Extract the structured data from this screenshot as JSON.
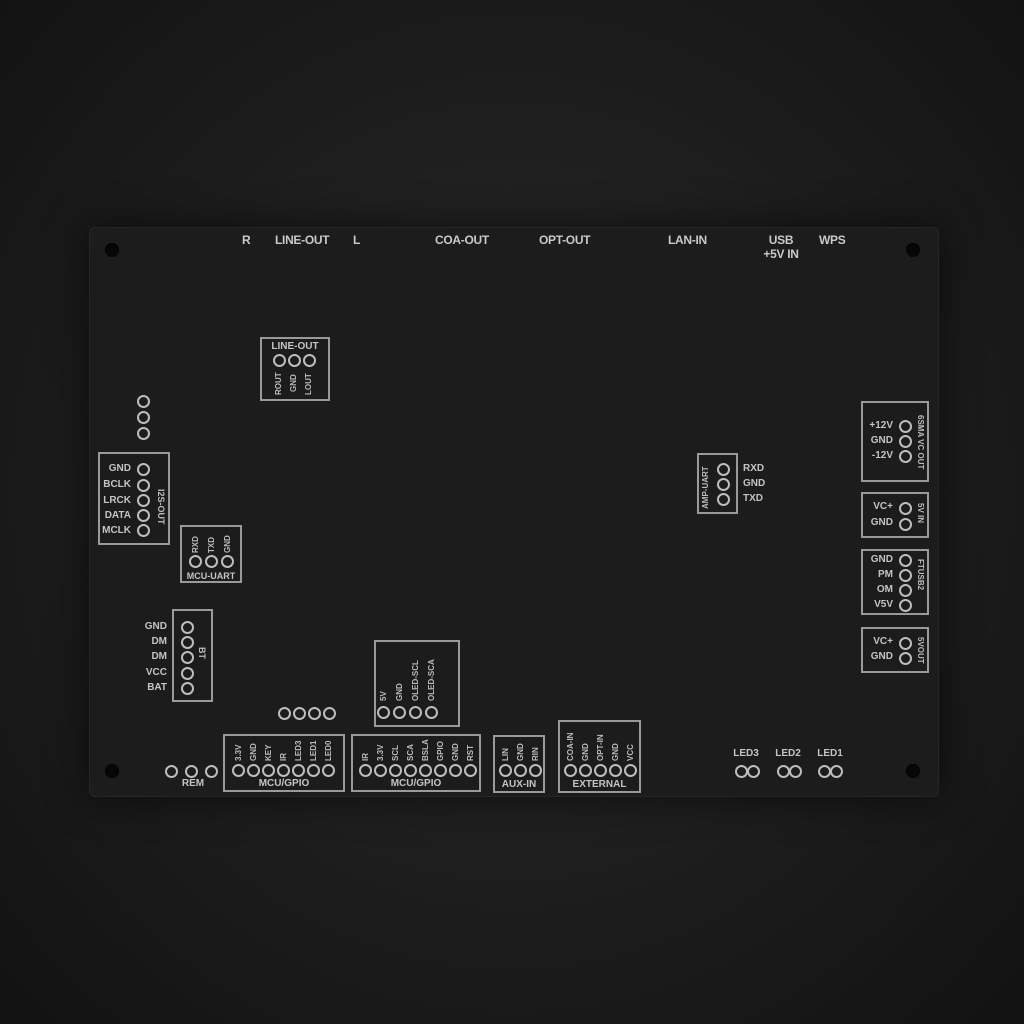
{
  "board": {
    "edge_labels": {
      "r": "R",
      "line_out": "LINE-OUT",
      "l": "L",
      "coa_out": "COA-OUT",
      "opt_out": "OPT-OUT",
      "lan_in": "LAN-IN",
      "usb": "USB",
      "usb_sub": "+5V IN",
      "wps": "WPS"
    },
    "line_out_header": {
      "title": "LINE-OUT",
      "pins": [
        "ROUT",
        "GND",
        "LOUT"
      ]
    },
    "i2s_out": {
      "title": "I2S-OUT",
      "pins": [
        "GND",
        "BCLK",
        "LRCK",
        "DATA",
        "MCLK"
      ]
    },
    "mcu_uart": {
      "title": "MCU-UART",
      "pins": [
        "RXD",
        "TXD",
        "GND"
      ]
    },
    "bt": {
      "title": "BT",
      "pins": [
        "GND",
        "DM",
        "DM",
        "VCC",
        "BAT"
      ]
    },
    "i2c_header": {
      "pins": [
        "5V",
        "GND",
        "OLED-SCL",
        "OLED-SCA"
      ]
    },
    "mcu_gpio": {
      "title": "MCU/GPIO",
      "pins": [
        "3.3V",
        "GND",
        "KEY",
        "IR",
        "LED3",
        "LED1",
        "LED0"
      ]
    },
    "mcu_i2c": {
      "title": "MCU/GPIO",
      "pins": [
        "IR",
        "3.3V",
        "SCL",
        "SCA",
        "BSLA",
        "GPIO",
        "GND",
        "RST"
      ]
    },
    "aux_in": {
      "title": "AUX-IN",
      "pins": [
        "LIN",
        "GND",
        "RIN"
      ]
    },
    "external": {
      "title": "EXTERNAL",
      "pins": [
        "COA-IN",
        "GND",
        "OPT-IN",
        "GND",
        "VCC"
      ]
    },
    "amp_uart": {
      "title": "AMP-UART",
      "pins": [
        "RXD",
        "GND",
        "TXD"
      ]
    },
    "vc_out": {
      "title": "6SMA VC OUT",
      "pins": [
        "+12V",
        "GND",
        "-12V"
      ]
    },
    "five_v_in": {
      "title": "5V IN",
      "pins": [
        "VC+",
        "GND"
      ]
    },
    "usb_header": {
      "title": "FTUSB2",
      "pins": [
        "GND",
        "PM",
        "OM",
        "V5V"
      ]
    },
    "five_v_out": {
      "title": "5VOUT",
      "pins": [
        "VC+",
        "GND"
      ]
    },
    "rem": {
      "title": "REM"
    },
    "leds": [
      "LED3",
      "LED2",
      "LED1"
    ]
  }
}
